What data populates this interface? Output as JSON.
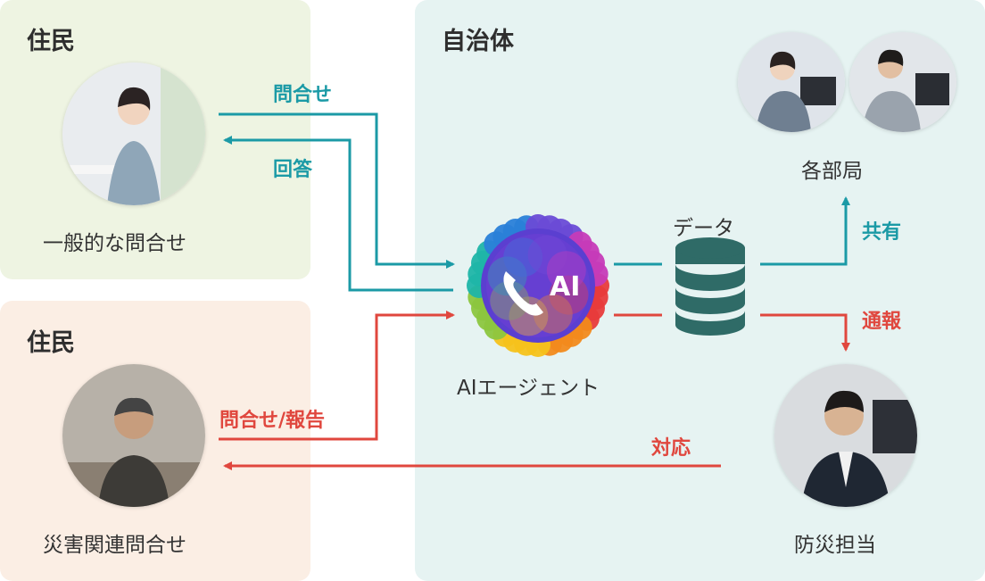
{
  "sections": {
    "residents_general": "住民",
    "residents_disaster": "住民",
    "government": "自治体"
  },
  "captions": {
    "general_inquiry": "一般的な問合せ",
    "disaster_inquiry": "災害関連問合せ",
    "ai_agent": "AIエージェント",
    "departments": "各部局",
    "disaster_officer": "防災担当",
    "data": "データ"
  },
  "flows": {
    "inquiry": "問合せ",
    "answer": "回答",
    "inquiry_report": "問合せ/報告",
    "share": "共有",
    "notify": "通報",
    "response": "対応"
  },
  "ai_badge": "AI",
  "colors": {
    "teal": "#1b9aa6",
    "red": "#e0473e",
    "database": "#2f6b67"
  }
}
